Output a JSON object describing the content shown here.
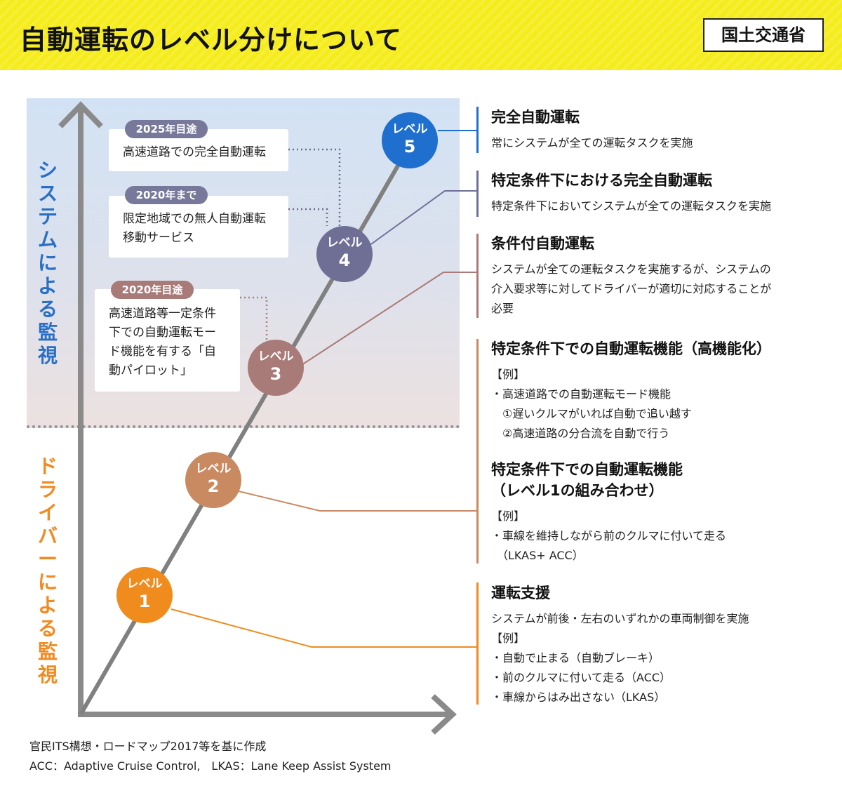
{
  "header": {
    "title": "自動運転のレベル分けについて",
    "source": "国土交通省"
  },
  "side_labels": {
    "system": "システムによる監視",
    "driver": "ドライバーによる監視"
  },
  "notes": [
    {
      "tag": "2025年目途",
      "lines": [
        "高速道路での完全自動運転"
      ]
    },
    {
      "tag": "2020年まで",
      "lines": [
        "限定地域での無人自動運転",
        "移動サービス"
      ]
    },
    {
      "tag": "2020年目途",
      "lines": [
        "高速道路等一定条件",
        "下での自動運転モー",
        "ド機能を有する「自",
        "動パイロット」"
      ]
    }
  ],
  "levels": [
    {
      "word": "レベル",
      "num": "5",
      "color": "#1f6fcf"
    },
    {
      "word": "レベル",
      "num": "4",
      "color": "#6f6f96"
    },
    {
      "word": "レベル",
      "num": "3",
      "color": "#a87a78"
    },
    {
      "word": "レベル",
      "num": "2",
      "color": "#c98a62"
    },
    {
      "word": "レベル",
      "num": "1",
      "color": "#f08b1d"
    }
  ],
  "descriptions": {
    "l5": {
      "title": "完全自動運転",
      "text": "常にシステムが全ての運転タスクを実施"
    },
    "l4": {
      "title": "特定条件下における完全自動運転",
      "text": "特定条件下においてシステムが全ての運転タスクを実施"
    },
    "l3": {
      "title": "条件付自動運転",
      "lines": [
        "システムが全ての運転タスクを実施するが、システムの",
        "介入要求等に対してドライバーが適切に対応することが",
        "必要"
      ]
    },
    "l2a": {
      "title": "特定条件下での自動運転機能（高機能化）",
      "example": "【例】",
      "lines": [
        "・高速道路での自動運転モード機能",
        "　①遅いクルマがいれば自動で追い越す",
        "　②高速道路の分合流を自動で行う"
      ]
    },
    "l2b": {
      "title_lines": [
        "特定条件下での自動運転機能",
        "（レベル1の組み合わせ）"
      ],
      "example": "【例】",
      "lines": [
        "・車線を維持しながら前のクルマに付いて走る",
        "　（LKAS+ ACC）"
      ]
    },
    "l1": {
      "title": "運転支援",
      "text": "システムが前後・左右のいずれかの車両制御を実施",
      "example": "【例】",
      "lines": [
        "・自動で止まる（自動ブレーキ）",
        "・前のクルマに付いて走る（ACC）",
        "・車線からはみ出さない（LKAS）"
      ]
    }
  },
  "footer": {
    "line1": "官民ITS構想・ロードマップ2017等を基に作成",
    "line2": "ACC：Adaptive Cruise Control,　LKAS：Lane Keep Assist System"
  }
}
